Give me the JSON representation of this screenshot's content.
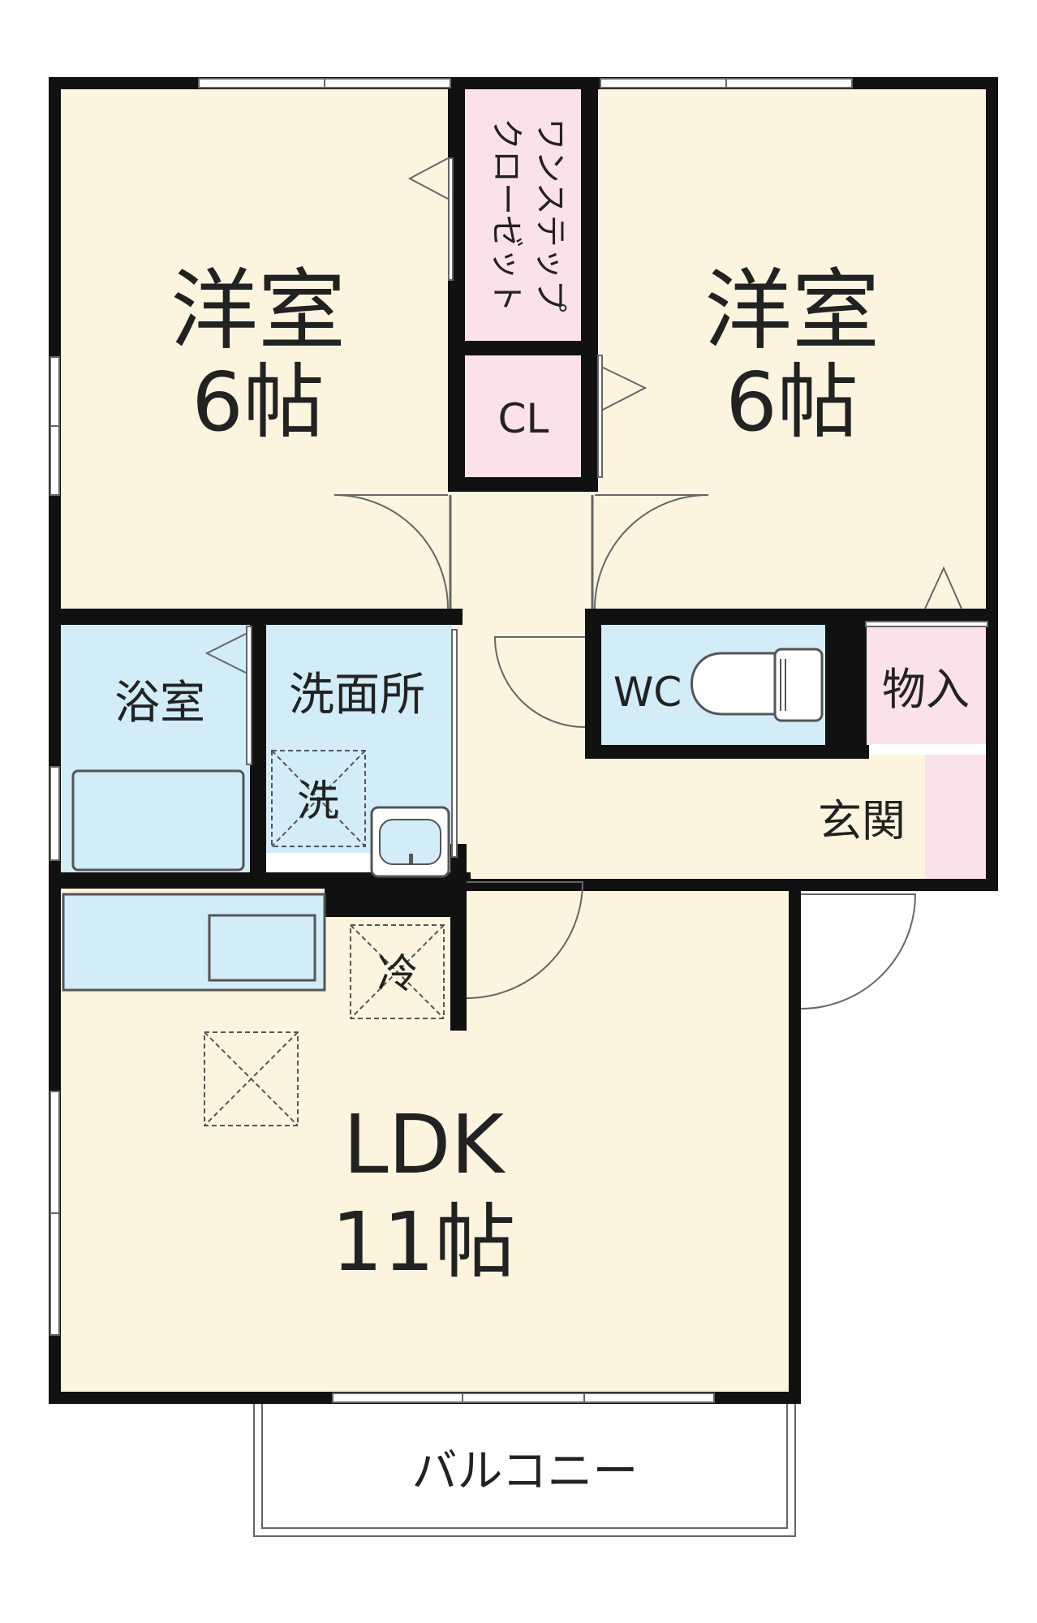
{
  "colors": {
    "wall": "#111111",
    "room_floor": "#fdf4e0",
    "wet_area": "#d2ecf8",
    "storage": "#fbe1ea",
    "fixture_fill": "#d2ecf8",
    "fixture_stroke": "#555555",
    "line": "#666666"
  },
  "rooms": {
    "western_room_left": {
      "name": "洋室",
      "size": "6帖"
    },
    "western_room_right": {
      "name": "洋室",
      "size": "6帖"
    },
    "ldk": {
      "name": "LDK",
      "size": "11帖"
    },
    "walk_in_closet": {
      "line1": "ワンステップ",
      "line2": "クローゼット"
    },
    "closet": {
      "label": "CL"
    },
    "bathroom": {
      "label": "浴室"
    },
    "washroom": {
      "label": "洗面所"
    },
    "washing_machine": {
      "label": "洗"
    },
    "toilet": {
      "label": "WC"
    },
    "storage": {
      "label": "物入"
    },
    "entrance": {
      "label": "玄関"
    },
    "refrigerator": {
      "label": "冷"
    },
    "balcony": {
      "label": "バルコニー"
    }
  },
  "icons": [
    "door-swing-icon",
    "toilet-icon",
    "bathtub-icon",
    "sink-icon",
    "kitchen-counter-icon",
    "sliding-window-icon"
  ]
}
